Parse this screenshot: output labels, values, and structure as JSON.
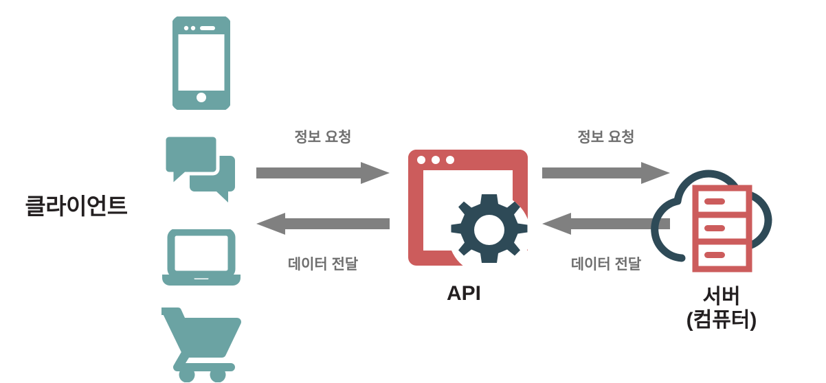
{
  "diagram": {
    "title": "API request/response flow diagram",
    "background": "#ffffff",
    "colors": {
      "teal": "#6BA3A3",
      "red": "#CC5C5C",
      "dark_teal": "#2E4A57",
      "gray": "#808080",
      "label_gray": "#6E6E6E",
      "text_black": "#231F20"
    }
  },
  "client": {
    "label": "클라이언트",
    "icons": [
      {
        "name": "smartphone-icon",
        "color": "#6BA3A3"
      },
      {
        "name": "chat-bubbles-icon",
        "color": "#6BA3A3"
      },
      {
        "name": "laptop-icon",
        "color": "#6BA3A3"
      },
      {
        "name": "shopping-cart-icon",
        "color": "#6BA3A3"
      }
    ]
  },
  "api": {
    "label": "API",
    "icons": [
      {
        "name": "browser-window-icon",
        "color": "#CC5C5C"
      },
      {
        "name": "gear-icon",
        "color": "#2E4A57"
      }
    ]
  },
  "server": {
    "label_line1": "서버",
    "label_line2": "(컴퓨터)",
    "icons": [
      {
        "name": "cloud-icon",
        "color": "#2E4A57"
      },
      {
        "name": "server-rack-icon",
        "color": "#CC5C5C"
      }
    ]
  },
  "arrows": {
    "left": {
      "request_label": "정보 요청",
      "request_direction": "right",
      "response_label": "데이터 전달",
      "response_direction": "left"
    },
    "right": {
      "request_label": "정보 요청",
      "request_direction": "right",
      "response_label": "데이터 전달",
      "response_direction": "left"
    }
  }
}
